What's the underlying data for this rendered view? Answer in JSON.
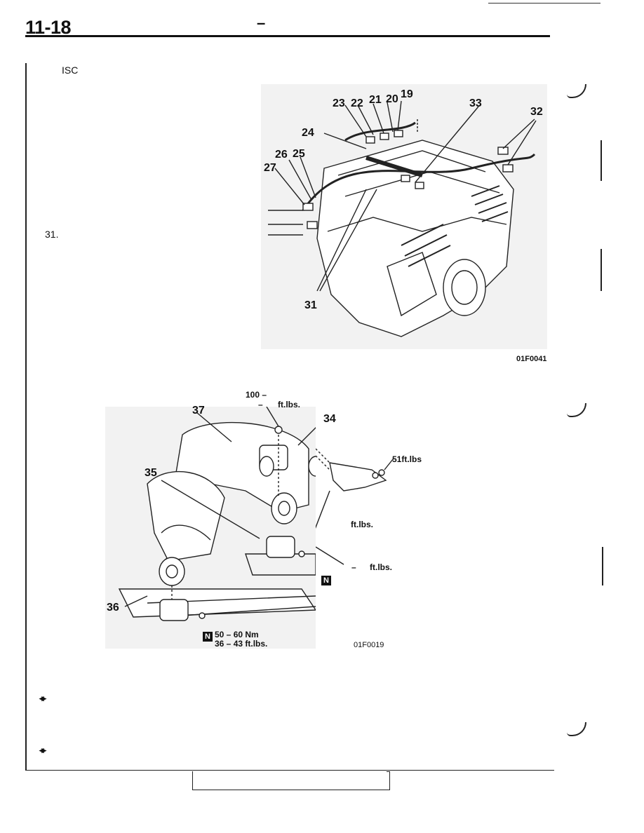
{
  "header": {
    "page_number": "11-18",
    "dash": "–"
  },
  "body": {
    "isc_label": "ISC",
    "item_31": "31."
  },
  "figure_1": {
    "callouts": [
      "23",
      "22",
      "21",
      "20",
      "19",
      "33",
      "32",
      "24",
      "26",
      "25",
      "27",
      "31"
    ],
    "code": "01F0041"
  },
  "figure_2": {
    "callouts": [
      "37",
      "34",
      "35",
      "36"
    ],
    "spec_top_a": "100 –",
    "spec_top_b": "–",
    "spec_top_unit": "ft.lbs.",
    "spec_right_1": "51ft.lbs",
    "spec_right_2": "ft.lbs.",
    "spec_right_3_dash": "–",
    "spec_right_3": "ft.lbs.",
    "badge_n": "N",
    "spec_bottom_nm": "50 – 60 Nm",
    "spec_bottom_ftlbs": "36 – 43 ft.lbs.",
    "code": "01F0019"
  },
  "markers": {
    "bullet": "◂▸"
  }
}
